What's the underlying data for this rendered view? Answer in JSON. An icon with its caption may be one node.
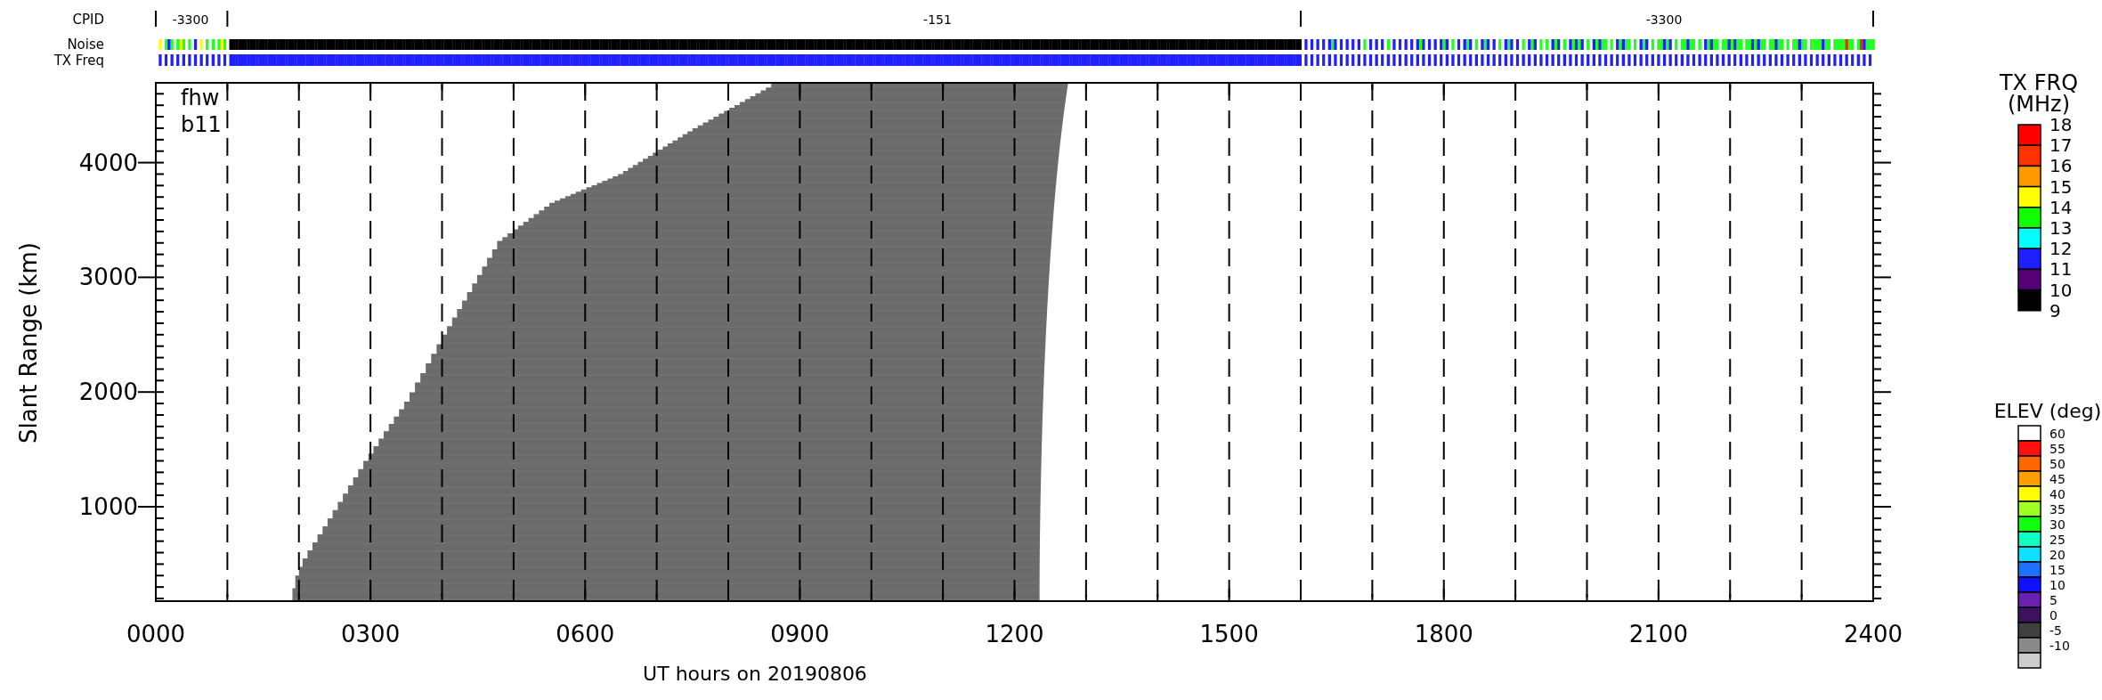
{
  "diagram": {
    "labels": [
      "CPID",
      "-3300",
      "-151",
      "-3300",
      "Noise",
      "TX Freq",
      "fhw",
      "b11",
      "TX FRQ (MHz)",
      "18",
      "17",
      "16",
      "15",
      "14",
      "13",
      "12",
      "11",
      "10",
      "9",
      "4000",
      "3000",
      "2000",
      "1000",
      "Slant Range (km)",
      "ELEV (deg)",
      "60",
      "55",
      "50",
      "45",
      "40",
      "35",
      "30",
      "25",
      "20",
      "15",
      "10",
      "5",
      "0",
      "-5",
      "-10",
      "0000",
      "0300",
      "0600",
      "0900",
      "1200",
      "1500",
      "1800",
      "2100",
      "2400",
      "UT hours on 20190806"
    ]
  }
}
